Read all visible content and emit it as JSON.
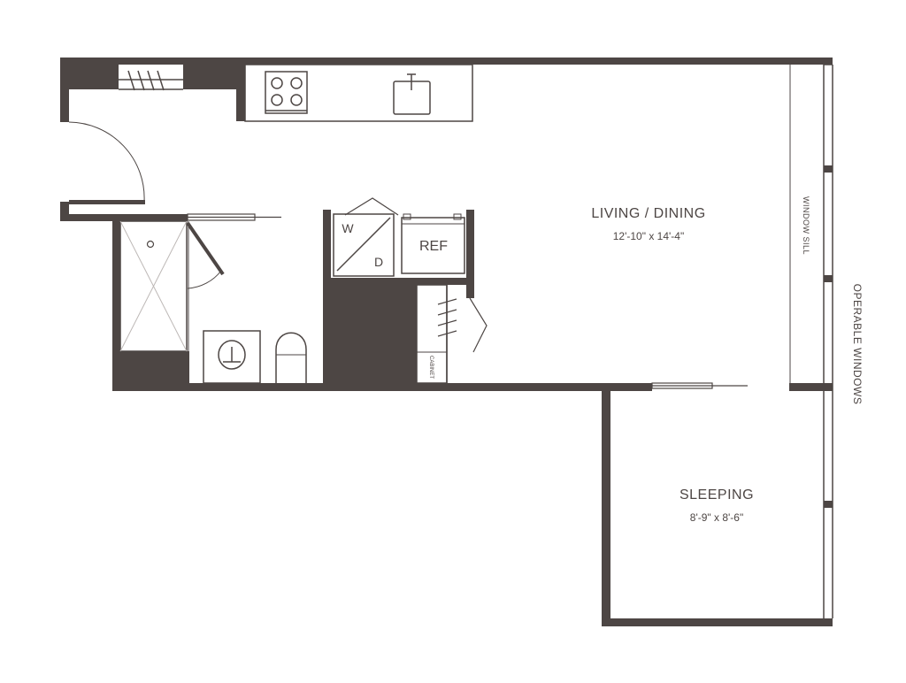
{
  "colors": {
    "wall": "#4d4644",
    "line": "#4d4644",
    "fixture_line": "#bdb8b6",
    "background": "#ffffff"
  },
  "rooms": {
    "living": {
      "name": "LIVING / DINING",
      "dimensions": "12'-10\" x 14'-4\""
    },
    "sleeping": {
      "name": "SLEEPING",
      "dimensions": "8'-9\" x 8'-6\""
    }
  },
  "fixtures": {
    "washer_label": "W",
    "dryer_label": "D",
    "fridge_label": "REF",
    "cabinet_label": "CABINET",
    "window_sill_label": "WINDOW SILL"
  },
  "windows_label": "OPERABLE WINDOWS"
}
